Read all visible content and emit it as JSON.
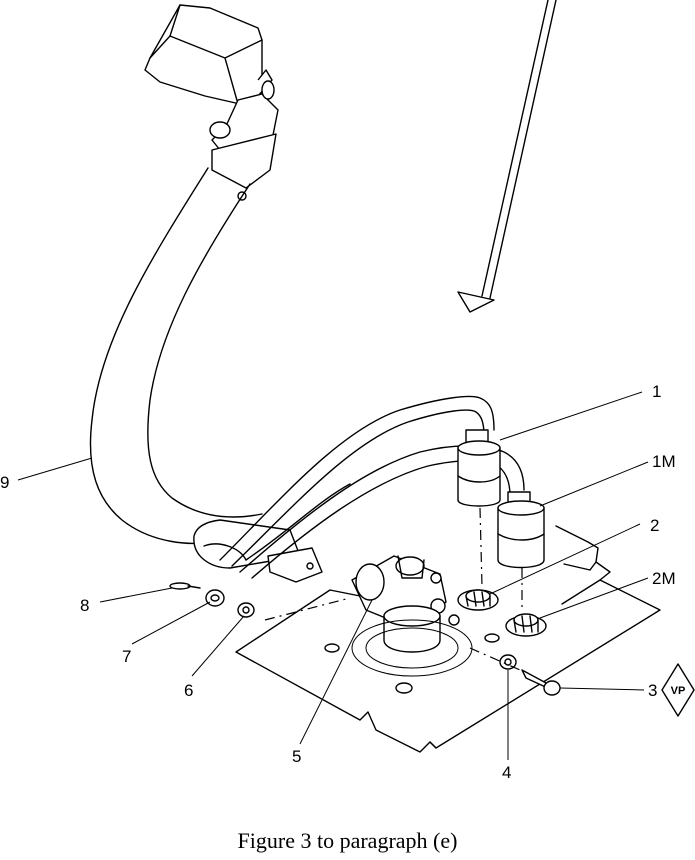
{
  "figure": {
    "caption": "Figure 3 to paragraph (e)",
    "callouts": [
      "1",
      "1M",
      "2",
      "2M",
      "3",
      "4",
      "5",
      "6",
      "7",
      "8",
      "9"
    ],
    "vp_symbol": "VP"
  }
}
